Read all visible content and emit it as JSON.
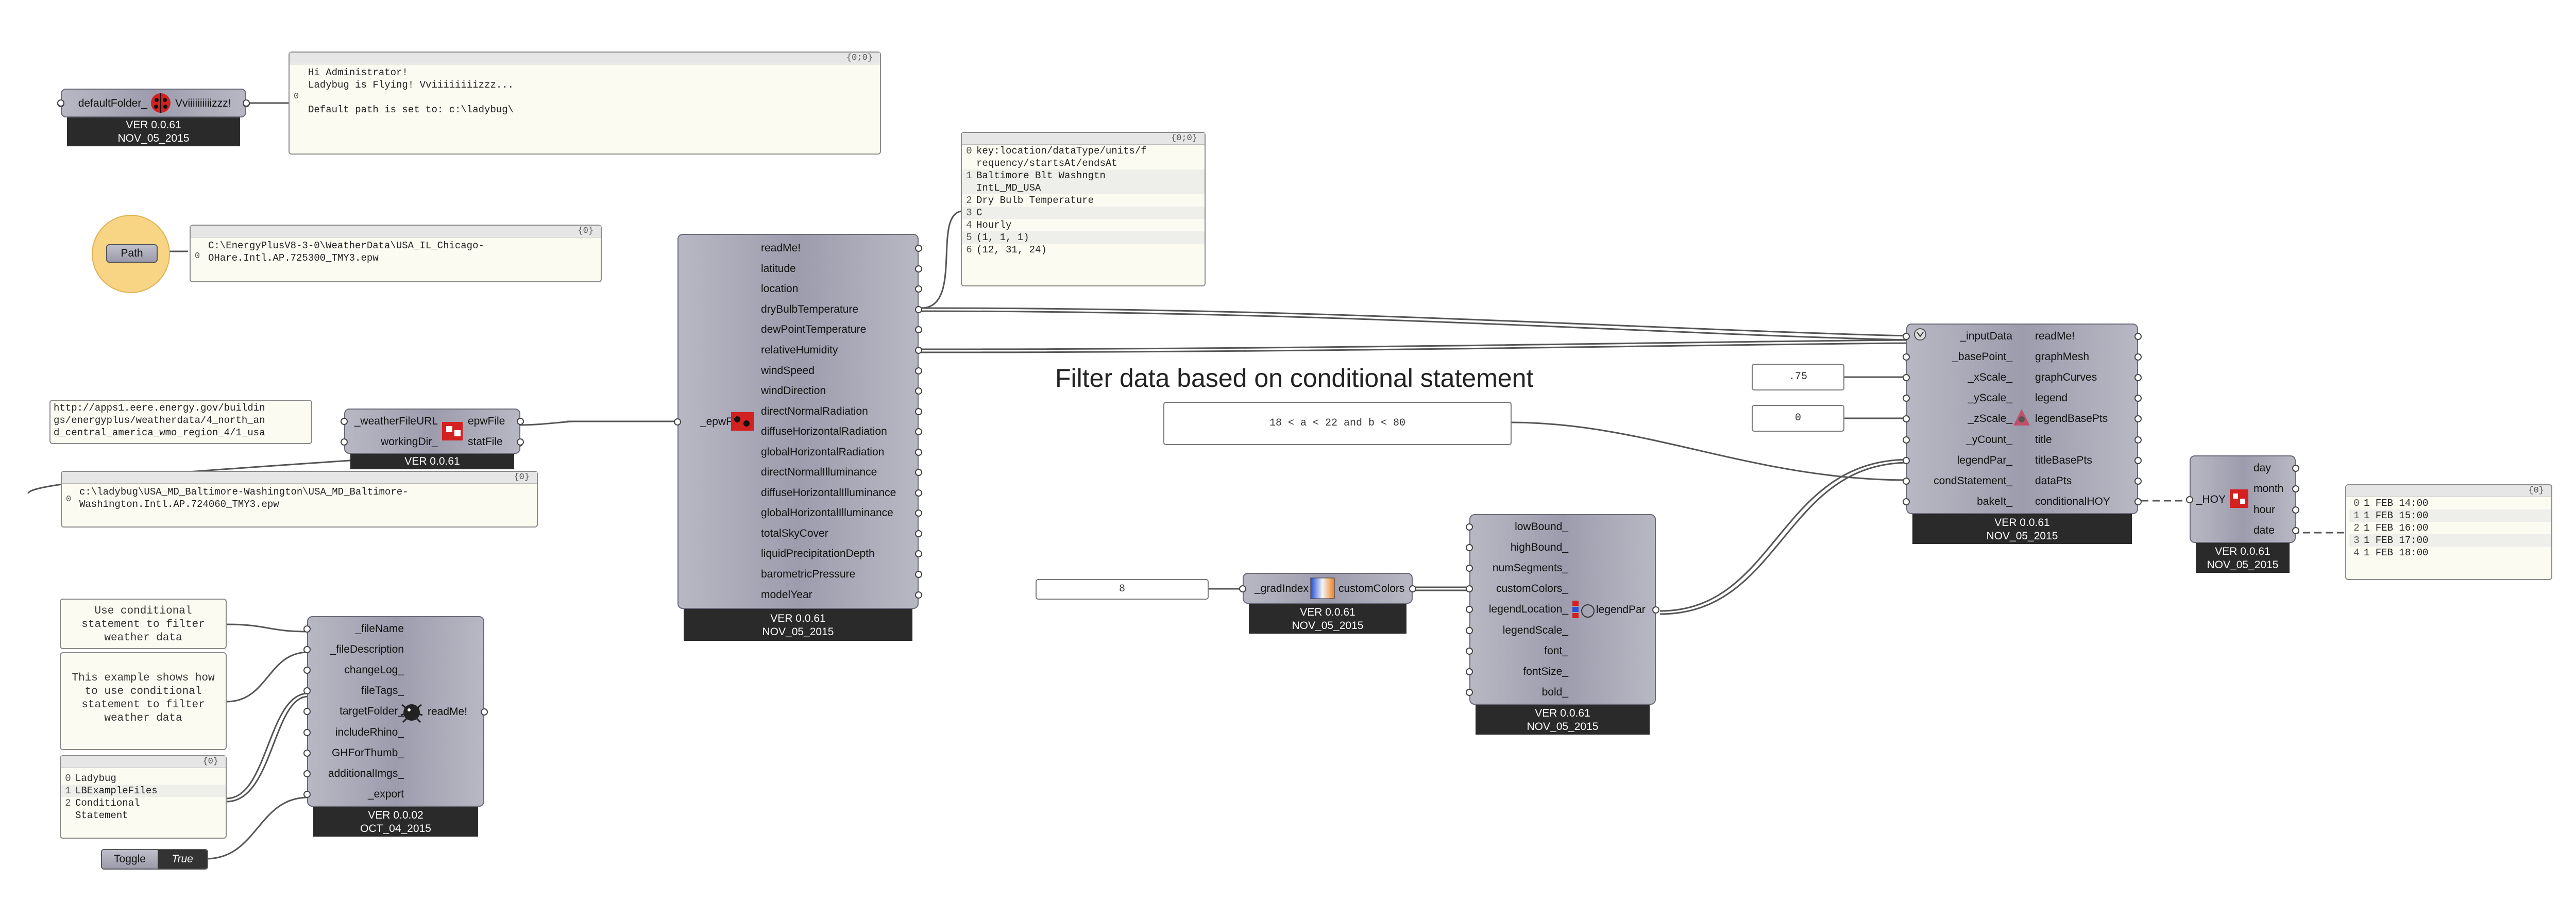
{
  "title": "Filter data based on conditional statement",
  "panels": {
    "hello": {
      "header": "{0;0}",
      "index": "0",
      "text": "Hi Administrator!\nLadybug is Flying! Vviiiiiiiizzz...\n\nDefault path is set to: c:\\ladybug\\"
    },
    "path_out": {
      "header": "{0}",
      "index": "0",
      "text": "C:\\EnergyPlusV8-3-0\\WeatherData\\USA_IL_Chicago-\nOHare.Intl.AP.725300_TMY3.epw"
    },
    "url": {
      "text": "http://apps1.eere.energy.gov/buildin\ngs/energyplus/weatherdata/4_north_an\nd_central_america_wmo_region_4/1_usa"
    },
    "epw_out": {
      "header": "{0}",
      "index": "0",
      "text": "c:\\ladybug\\USA_MD_Baltimore-Washington\\USA_MD_Baltimore-\nWashington.Intl.AP.724060_TMY3.epw"
    },
    "drybulb": {
      "header": "{0;0}",
      "rows": [
        {
          "i": "0",
          "v": "key:location/dataType/units/f\nrequency/startsAt/endsAt"
        },
        {
          "i": "1",
          "v": "Baltimore Blt Washngtn\nIntL_MD_USA"
        },
        {
          "i": "2",
          "v": "Dry Bulb Temperature"
        },
        {
          "i": "3",
          "v": "C"
        },
        {
          "i": "4",
          "v": "Hourly"
        },
        {
          "i": "5",
          "v": "(1, 1, 1)"
        },
        {
          "i": "6",
          "v": "(12, 31, 24)"
        }
      ]
    },
    "note1": {
      "text": "Use conditional statement to filter weather data"
    },
    "note2": {
      "text": "This example shows how to use conditional statement to filter weather data"
    },
    "tags": {
      "header": "{0}",
      "rows": [
        {
          "i": "0",
          "v": "Ladybug"
        },
        {
          "i": "1",
          "v": "LBExampleFiles"
        },
        {
          "i": "2",
          "v": "Conditional\nStatement"
        }
      ]
    },
    "dates": {
      "header": "{0}",
      "rows": [
        {
          "i": "0",
          "v": "1 FEB 14:00"
        },
        {
          "i": "1",
          "v": "1 FEB 15:00"
        },
        {
          "i": "2",
          "v": "1 FEB 16:00"
        },
        {
          "i": "3",
          "v": "1 FEB 17:00"
        },
        {
          "i": "4",
          "v": "1 FEB 18:00"
        }
      ]
    }
  },
  "params": {
    "condition": "18 < a < 22 and b < 80",
    "xscale": ".75",
    "zscale": "0",
    "grad": "8",
    "path_label": "Path",
    "toggle_label": "Toggle",
    "toggle_value": "True"
  },
  "components": {
    "ladybug": {
      "inputs": [
        "defaultFolder_"
      ],
      "outputs": [
        "Vviiiiiiiiiizzz!"
      ],
      "version": "VER 0.0.61",
      "date": "NOV_05_2015"
    },
    "download": {
      "inputs": [
        "_weatherFileURL",
        "workingDir_"
      ],
      "outputs": [
        "epwFile",
        "statFile"
      ],
      "version": "VER 0.0.61"
    },
    "importepw": {
      "inputs": [
        "_epwFile"
      ],
      "outputs": [
        "readMe!",
        "latitude",
        "location",
        "dryBulbTemperature",
        "dewPointTemperature",
        "relativeHumidity",
        "windSpeed",
        "windDirection",
        "directNormalRadiation",
        "diffuseHorizontalRadiation",
        "globalHorizontalRadiation",
        "directNormalIlluminance",
        "diffuseHorizontalIlluminance",
        "globalHorizontalIlluminance",
        "totalSkyCover",
        "liquidPrecipitationDepth",
        "barometricPressure",
        "modelYear"
      ],
      "version": "VER 0.0.61",
      "date": "NOV_05_2015"
    },
    "export": {
      "inputs": [
        "_fileName",
        "_fileDescription",
        "changeLog_",
        "fileTags_",
        "targetFolder_",
        "includeRhino_",
        "GHForThumb_",
        "additionalImgs_",
        "_export"
      ],
      "outputs": [
        "readMe!"
      ],
      "version": "VER 0.0.02",
      "date": "OCT_04_2015"
    },
    "gradient": {
      "inputs": [
        "_gradIndex"
      ],
      "outputs": [
        "customColors"
      ],
      "version": "VER 0.0.61",
      "date": "NOV_05_2015"
    },
    "legendpar": {
      "inputs": [
        "lowBound_",
        "highBound_",
        "numSegments_",
        "customColors_",
        "legendLocation_",
        "legendScale_",
        "font_",
        "fontSize_",
        "bold_"
      ],
      "outputs": [
        "legendPar"
      ],
      "version": "VER 0.0.61",
      "date": "NOV_05_2015"
    },
    "conditional": {
      "inputs": [
        "_inputData",
        "_basePoint_",
        "_xScale_",
        "_yScale_",
        "_zScale_",
        "_yCount_",
        "legendPar_",
        "condStatement_",
        "bakeIt_"
      ],
      "outputs": [
        "readMe!",
        "graphMesh",
        "graphCurves",
        "legend",
        "legendBasePts",
        "title",
        "titleBasePts",
        "dataPts",
        "conditionalHOY"
      ],
      "version": "VER 0.0.61",
      "date": "NOV_05_2015"
    },
    "hoy": {
      "inputs": [
        "_HOY"
      ],
      "outputs": [
        "day",
        "month",
        "hour",
        "date"
      ],
      "version": "VER 0.0.61",
      "date": "NOV_05_2015"
    }
  },
  "colors": {
    "canvas": "#ffffff",
    "component": "#a9a9b8",
    "ver_bar": "#2a2a2a",
    "panel": "#fbfbf2",
    "path_circle": "#f8d585",
    "ladybug_red": "#d32020",
    "wire": "#555555"
  }
}
